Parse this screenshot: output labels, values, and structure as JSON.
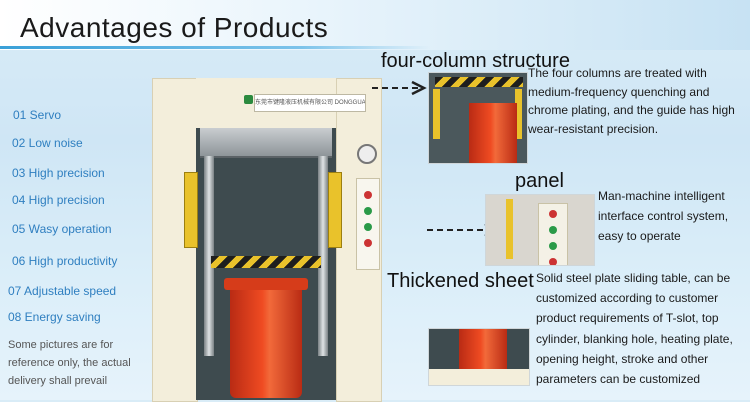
{
  "header": {
    "title": "Advantages of Products"
  },
  "features": [
    "01 Servo",
    "02 Low noise",
    "03 High precision",
    "04 High precision",
    "05 Wasy operation",
    "06 High productivity",
    "07  Adjustable speed",
    "08 Energy saving"
  ],
  "note": "Some pictures are for reference only, the actual delivery shall prevail",
  "machine": {
    "badge_text": "东莞市键隆液压机械有限公司 DONGGUAN JIANLONG HYDRAULIC MACHINERY CO.,LTD"
  },
  "sections": [
    {
      "heading": "four-column structure",
      "description": "The four columns are treated with medium-frequency quenching and chrome plating, and the guide has high wear-resistant precision."
    },
    {
      "heading": "panel",
      "description": "Man-machine intelligent interface control system, easy to operate"
    },
    {
      "heading": "Thickened sheet",
      "description": "Solid steel plate sliding table, can be customized according to customer product requirements of T-slot, top cylinder, blanking hole, heating plate, opening height, stroke and other parameters can be customized"
    }
  ],
  "colors": {
    "feature_text": "#2f7fc0",
    "accent_line": "#3aa0d8",
    "machine_frame": "#f3eedb",
    "cylinder_red": "#ef4b22",
    "hazard_yellow": "#e9c22b"
  },
  "icons": [
    "arrow-right-dashed-icon",
    "pressure-gauge-icon"
  ]
}
